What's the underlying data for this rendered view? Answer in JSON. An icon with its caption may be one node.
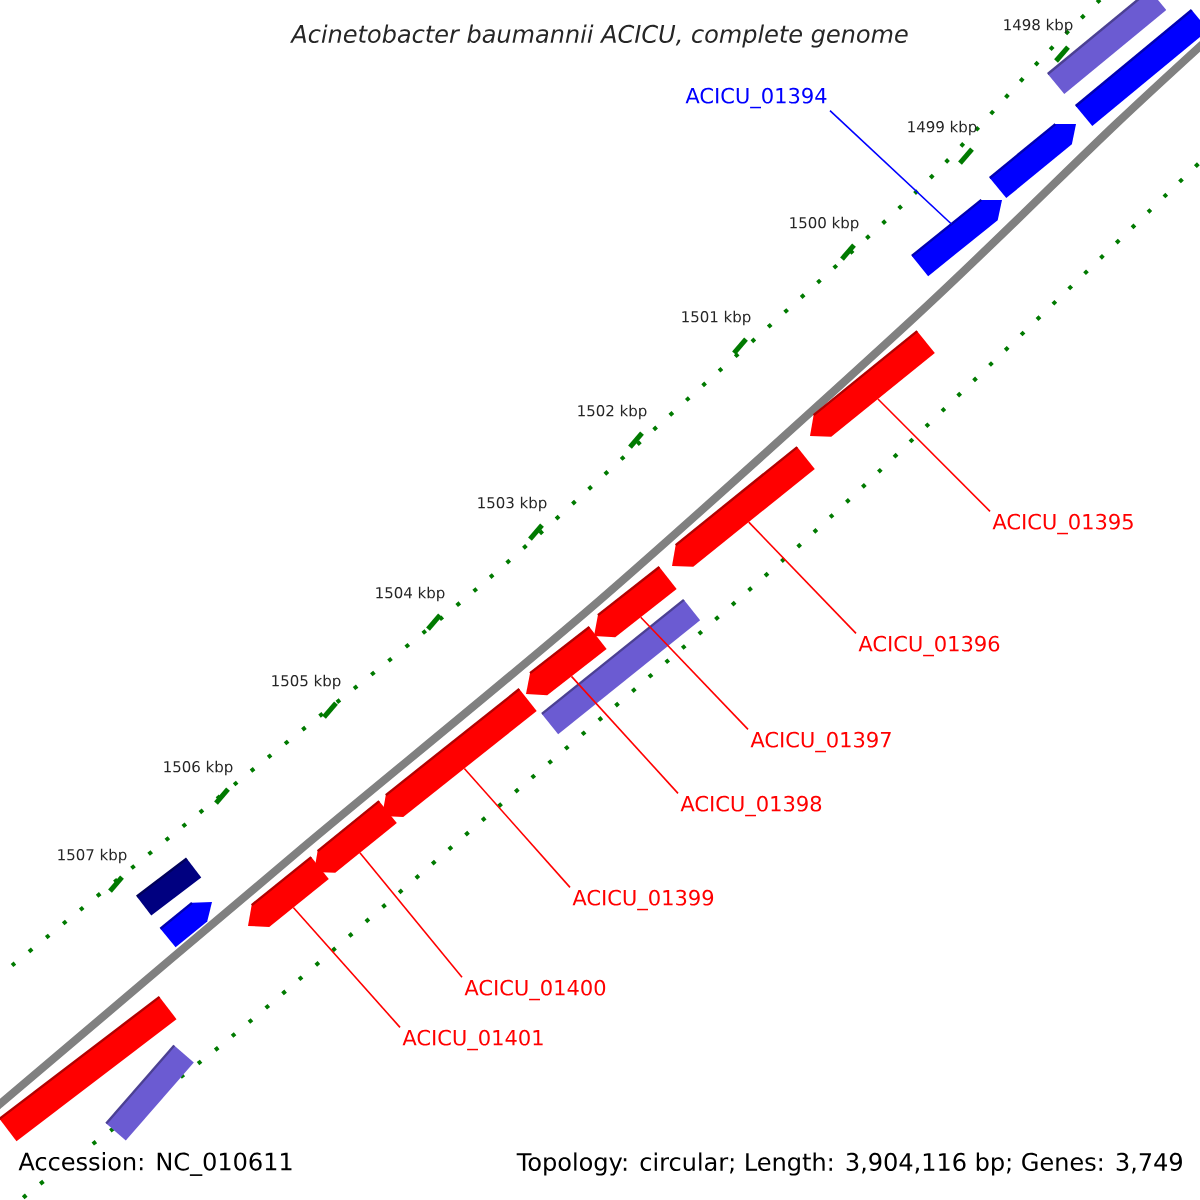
{
  "diagram": {
    "title": "Acinetobacter baumannii ACICU, complete genome",
    "nodes": [
      {
        "text": [
          "ACICU_01394"
        ]
      },
      {
        "text": [
          "ACICU_01395"
        ]
      },
      {
        "text": [
          "ACICU_01396"
        ]
      },
      {
        "text": [
          "ACICU_01397"
        ]
      },
      {
        "text": [
          "ACICU_01398"
        ]
      },
      {
        "text": [
          "ACICU_01399"
        ]
      },
      {
        "text": [
          "ACICU_01400"
        ]
      },
      {
        "text": [
          "ACICU_01401"
        ]
      },
      {
        "text": [],
        "shape": "bar"
      },
      {
        "text": [],
        "shape": "bar"
      },
      {
        "text": [],
        "shape": "bar"
      },
      {
        "text": [],
        "shape": "bar"
      },
      {
        "text": [],
        "shape": "bar"
      },
      {
        "text": [],
        "shape": "bar"
      },
      {
        "text": [],
        "shape": "bar"
      },
      {
        "text": [],
        "shape": "bar"
      },
      {
        "text": [],
        "shape": "bar"
      },
      {
        "text": [],
        "shape": "bar"
      },
      {
        "text": [],
        "shape": "bar"
      },
      {
        "text": [],
        "shape": "bar"
      },
      {
        "text": [],
        "shape": "bar"
      },
      {
        "text": [],
        "shape": "bar"
      },
      {
        "text": [],
        "shape": "bar"
      },
      {
        "text": [],
        "shape": "bar"
      }
    ],
    "edges": [
      {
        "from": 0,
        "to": 11,
        "arrow": "none",
        "color": "#0000ff"
      },
      {
        "from": 1,
        "to": 12,
        "arrow": "none"
      },
      {
        "from": 2,
        "to": 13,
        "arrow": "none"
      },
      {
        "from": 3,
        "to": 14,
        "arrow": "none"
      },
      {
        "from": 4,
        "to": 16,
        "arrow": "none"
      },
      {
        "from": 5,
        "to": 17,
        "arrow": "none"
      },
      {
        "from": 6,
        "to": 18,
        "arrow": "none"
      },
      {
        "from": 7,
        "to": 20,
        "arrow": "none"
      }
    ],
    "labels": [
      "1498 kbp",
      "1499 kbp",
      "1500 kbp",
      "1501 kbp",
      "1502 kbp",
      "1503 kbp",
      "1504 kbp",
      "1505 kbp",
      "1506 kbp",
      "1507 kbp",
      "Accession: NC_010611",
      "Topology: circular; Length: 3,904,116 bp; Genes: 3,749"
    ]
  }
}
